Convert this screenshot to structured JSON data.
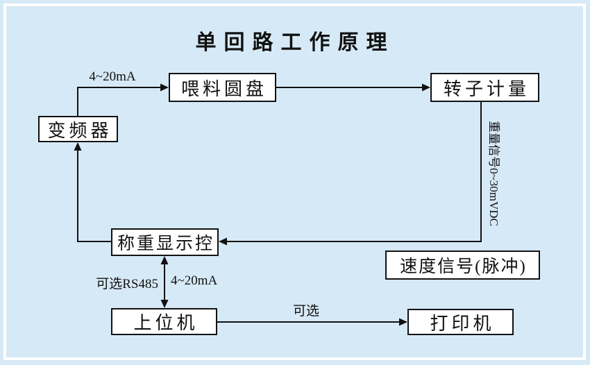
{
  "title": "单回路工作原理",
  "colors": {
    "background": "#d6e9f6",
    "frame": "#ffffff",
    "box_fill": "#ffffff",
    "box_border": "#111111",
    "line": "#111111",
    "text": "#111111"
  },
  "nodes": {
    "inverter": {
      "label": "变频器"
    },
    "feeder_disc": {
      "label": "喂料圆盘"
    },
    "rotor_metering": {
      "label": "转子计量"
    },
    "weighing_controller": {
      "label": "称重显示控"
    },
    "speed_signal": {
      "label": "速度信号(脉冲)"
    },
    "host_computer": {
      "label": "上位机"
    },
    "printer": {
      "label": "打印机"
    }
  },
  "edge_labels": {
    "inverter_to_feeder_current": "4~20mA",
    "weight_signal": "重量信号0~30mVDC",
    "serial_option": "可选RS485",
    "controller_host_current": "4~20mA",
    "printer_option": "可选"
  }
}
